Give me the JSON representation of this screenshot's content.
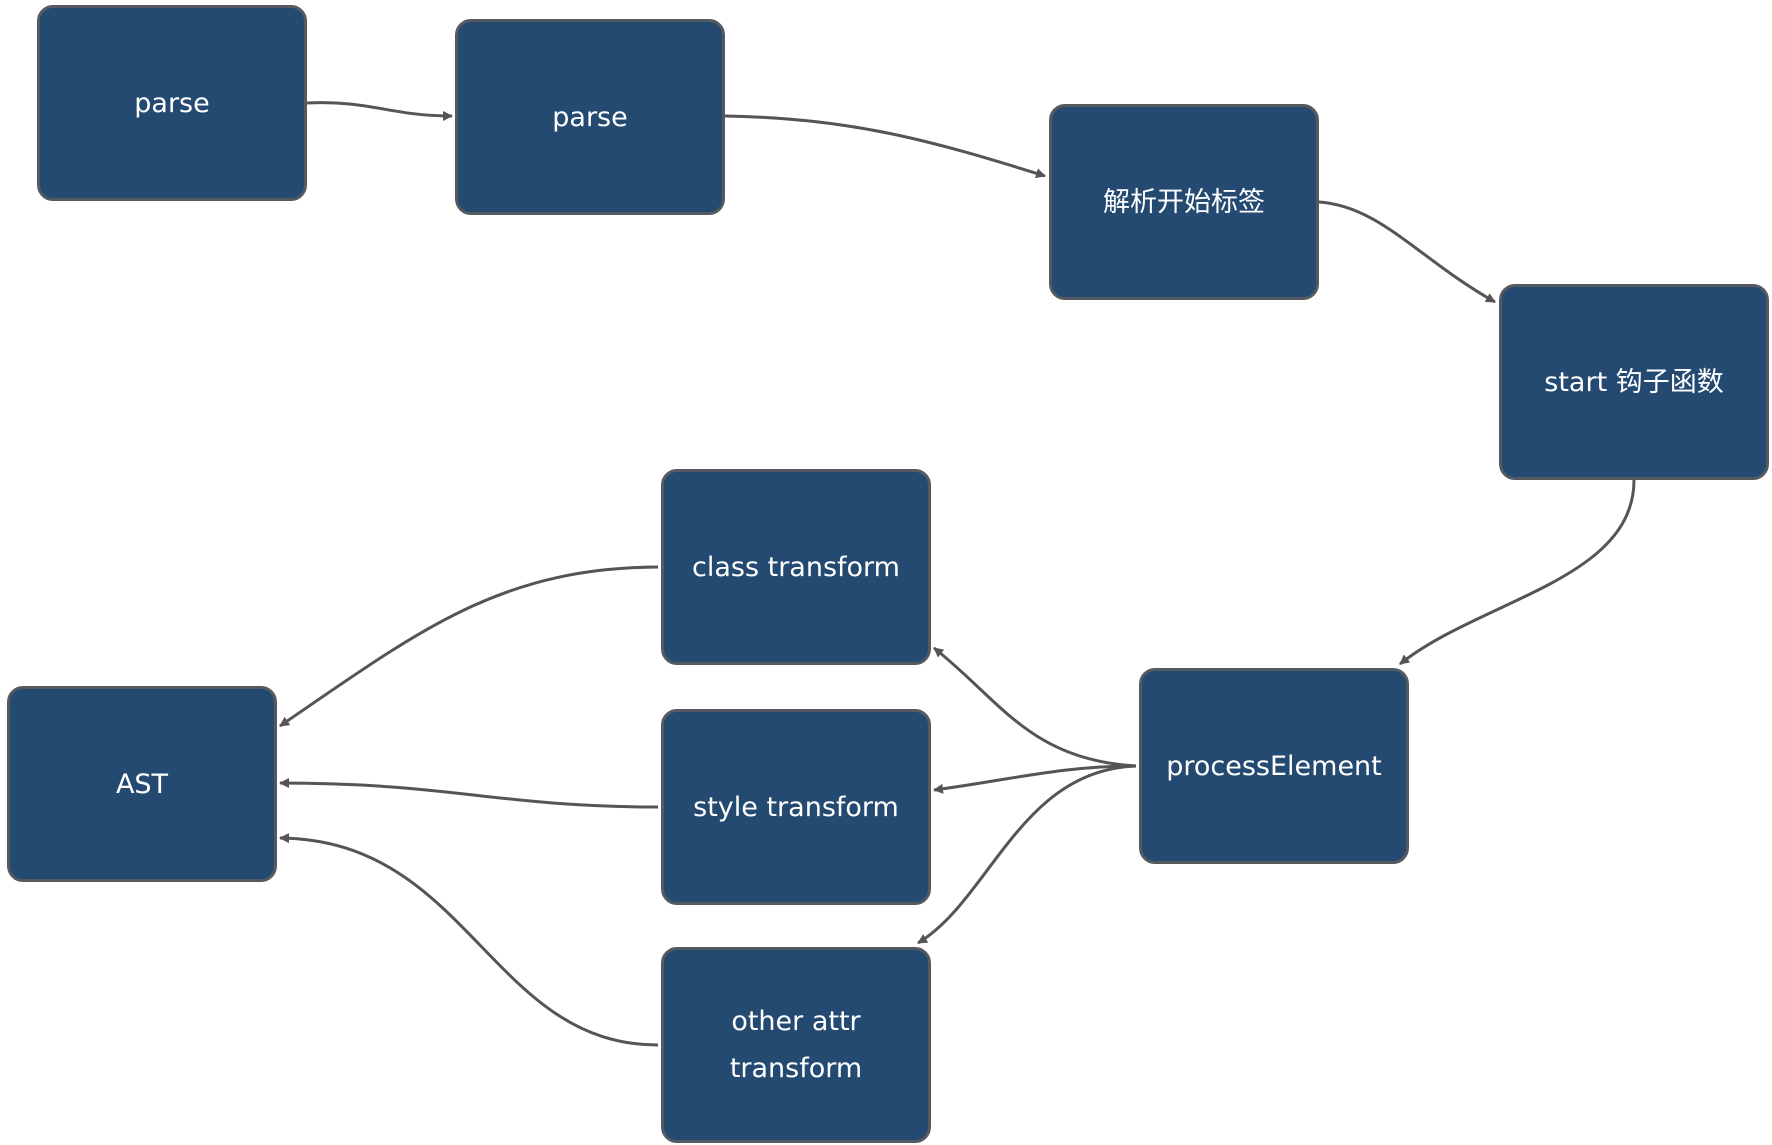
{
  "diagram": {
    "nodes": [
      {
        "id": "parse_1",
        "label": "parse"
      },
      {
        "id": "parse_2",
        "label": "parse"
      },
      {
        "id": "parse_start_tag",
        "label": "解析开始标签"
      },
      {
        "id": "start_hook",
        "label": "start 钩子函数"
      },
      {
        "id": "process_element",
        "label": "processElement"
      },
      {
        "id": "class_transform",
        "label": "class transform"
      },
      {
        "id": "style_transform",
        "label": "style transform"
      },
      {
        "id": "other_attr_transform",
        "label": "other attr\ntransform"
      },
      {
        "id": "ast",
        "label": "AST"
      }
    ],
    "edges": [
      {
        "from": "parse_1",
        "to": "parse_2"
      },
      {
        "from": "parse_2",
        "to": "parse_start_tag"
      },
      {
        "from": "parse_start_tag",
        "to": "start_hook"
      },
      {
        "from": "start_hook",
        "to": "process_element"
      },
      {
        "from": "process_element",
        "to": "class_transform"
      },
      {
        "from": "process_element",
        "to": "style_transform"
      },
      {
        "from": "process_element",
        "to": "other_attr_transform"
      },
      {
        "from": "class_transform",
        "to": "ast"
      },
      {
        "from": "style_transform",
        "to": "ast"
      },
      {
        "from": "other_attr_transform",
        "to": "ast"
      }
    ],
    "colors": {
      "node_fill": "#244a71",
      "node_border": "#555a60",
      "node_text": "#ffffff",
      "edge": "#555555"
    }
  }
}
